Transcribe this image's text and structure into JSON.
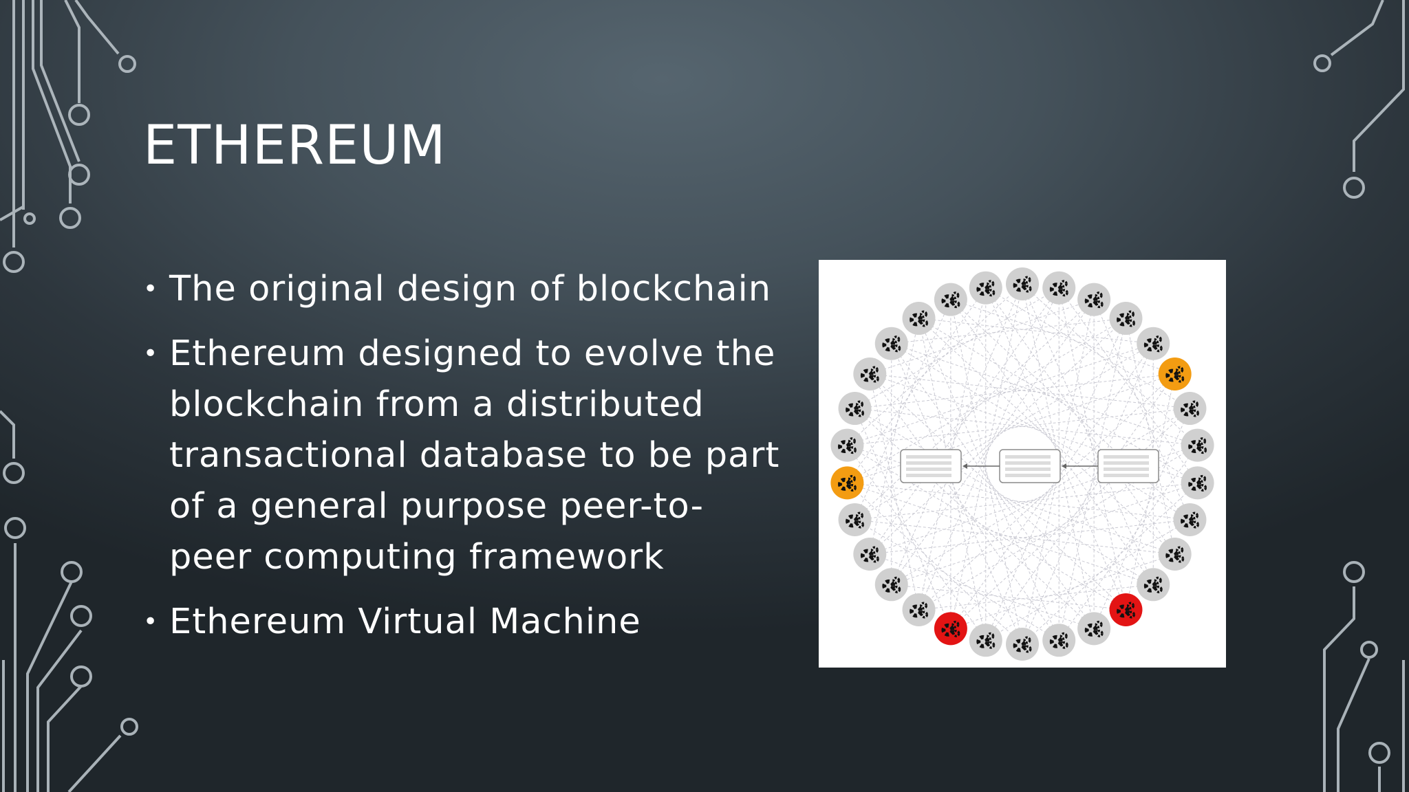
{
  "slide": {
    "title": "ETHEREUM",
    "bullets": [
      "The original design of blockchain",
      "Ethereum designed to evolve the blockchain from a distributed transactional database to be part of a general purpose peer-to-peer computing framework",
      "Ethereum Virtual Machine"
    ],
    "bullet_glyph": "•"
  },
  "diagram": {
    "node_count": 30,
    "highlight_nodes": [
      {
        "index": 7,
        "color": "#f39c12"
      },
      {
        "index": 20,
        "color": "#f39c12"
      },
      {
        "index": 2,
        "color": "#e31414"
      },
      {
        "index": 27,
        "color": "#e31414"
      }
    ],
    "node_fill": "#d0d0d0",
    "icon": "gears-icon",
    "blocks": 3
  },
  "colors": {
    "title": "#ffffff",
    "text": "#ffffff",
    "circuit_lines": "#b9c2c8"
  }
}
